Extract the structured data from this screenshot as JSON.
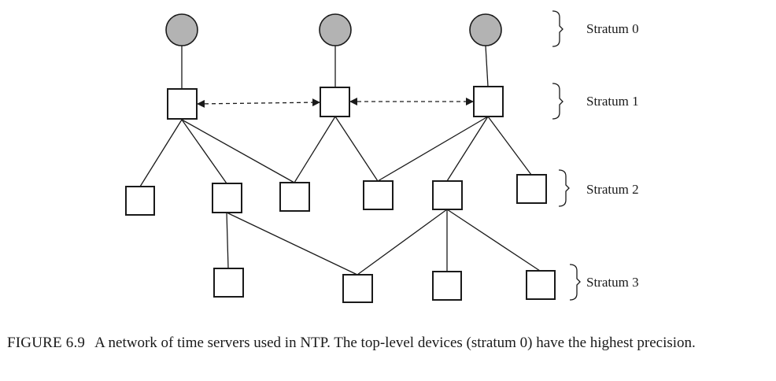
{
  "diagram": {
    "strata": [
      {
        "label": "Stratum 0"
      },
      {
        "label": "Stratum 1"
      },
      {
        "label": "Stratum 2"
      },
      {
        "label": "Stratum 3"
      }
    ],
    "node_fill_stratum0": "#b3b3b3",
    "node_fill": "#ffffff",
    "stroke": "#1a1a1a"
  },
  "caption": {
    "figure_number": "FIGURE 6.9",
    "text": "A network of time servers used in NTP. The top-level devices (stratum 0) have the highest precision."
  }
}
